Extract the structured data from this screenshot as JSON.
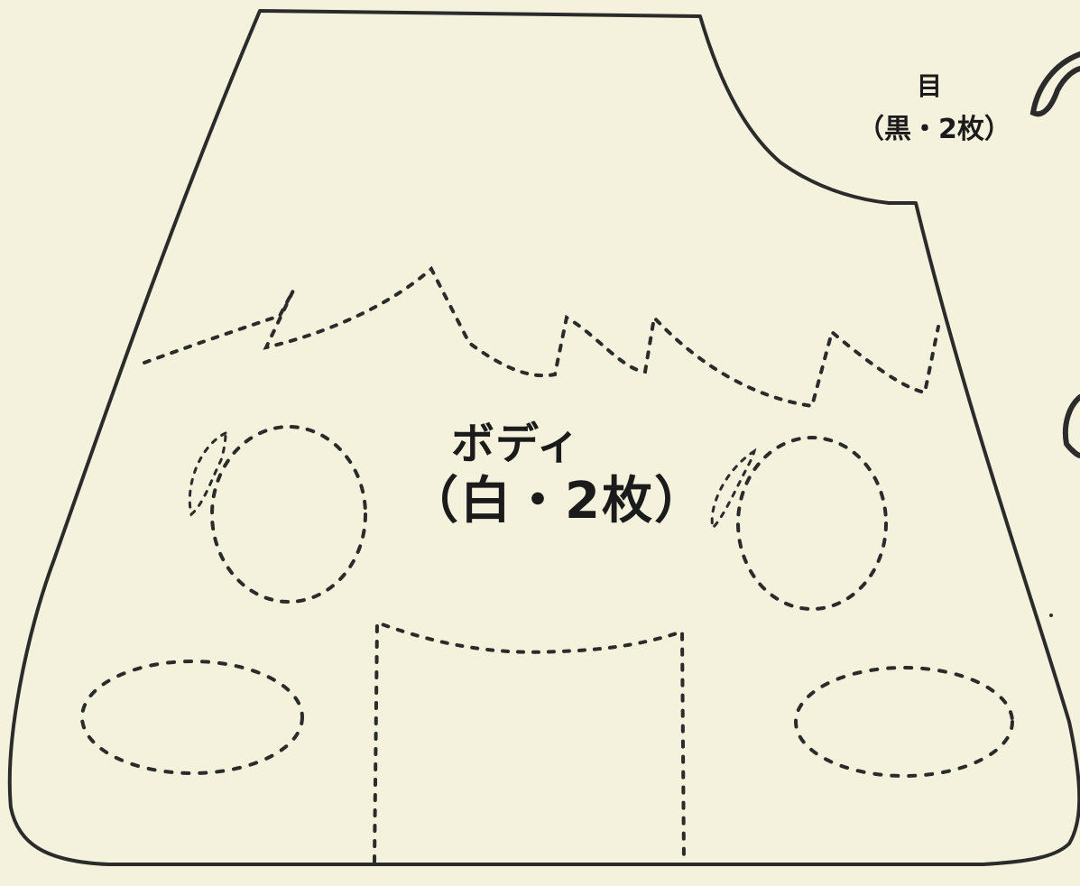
{
  "body_piece": {
    "name": "ボディ",
    "quantity": "（白・2枚）"
  },
  "eye_piece": {
    "name": "目",
    "quantity": "（黒・2枚）"
  },
  "colors": {
    "paper": "#f4f1dc",
    "outline": "#2b2b2b",
    "text": "#1b1b1b"
  }
}
